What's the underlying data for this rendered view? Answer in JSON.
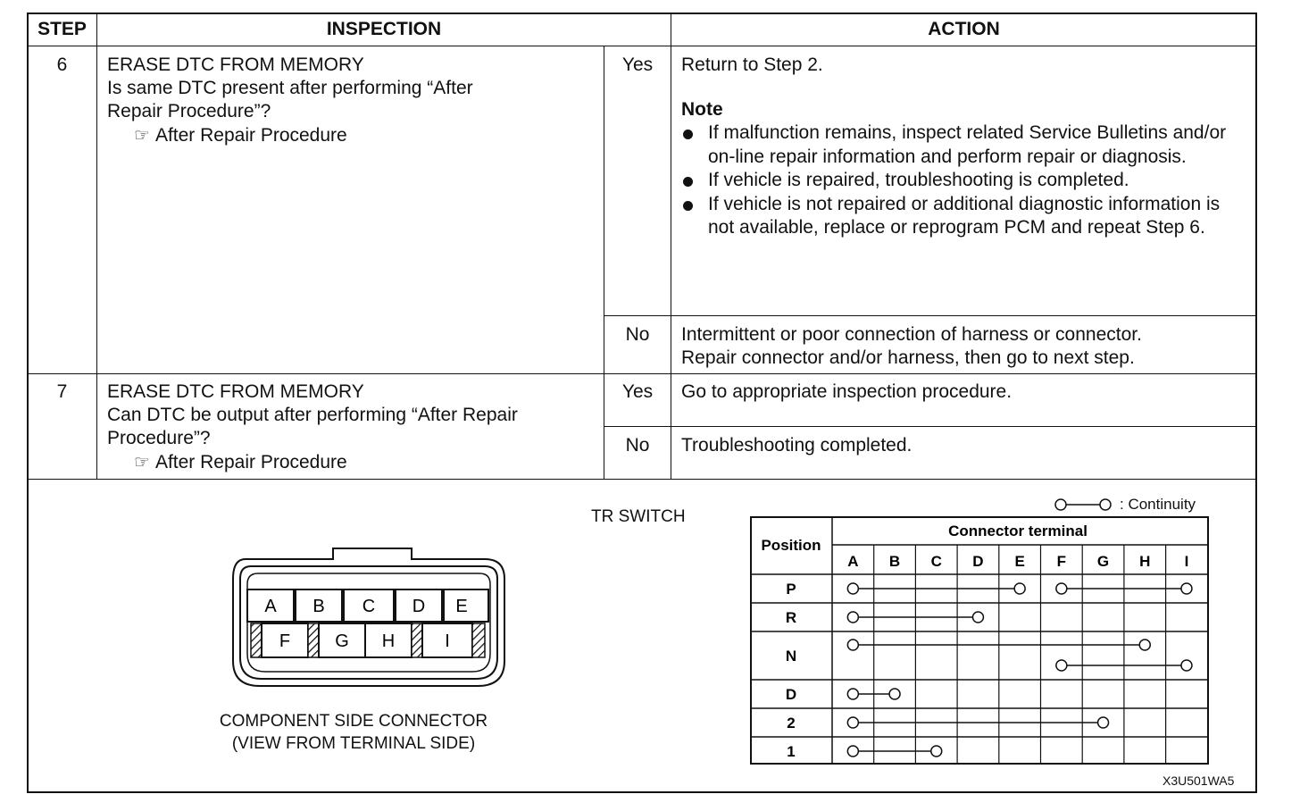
{
  "headers": {
    "step": "STEP",
    "inspection": "INSPECTION",
    "action": "ACTION"
  },
  "steps": [
    {
      "number": "6",
      "inspection_lines": [
        "ERASE DTC FROM MEMORY",
        "Is same DTC present after performing “After",
        "Repair Procedure”?"
      ],
      "reference": "After Repair Procedure",
      "yes_label": "Yes",
      "yes_action": "Return to Step 2.",
      "note_title": "Note",
      "note_items": [
        "If malfunction remains, inspect related Service Bulletins and/or on-line repair information and perform repair or diagnosis.",
        "If vehicle is repaired, troubleshooting is completed.",
        "If vehicle is not repaired or additional diagnostic information is not available, replace or reprogram PCM and repeat Step 6."
      ],
      "no_label": "No",
      "no_action_lines": [
        "Intermittent or poor connection of harness or connector.",
        "Repair connector and/or harness, then go to next step."
      ]
    },
    {
      "number": "7",
      "inspection_lines": [
        "ERASE DTC FROM MEMORY",
        "Can DTC be output after performing “After Repair",
        "Procedure”?"
      ],
      "reference": "After Repair Procedure",
      "yes_label": "Yes",
      "yes_action": "Go to appropriate inspection procedure.",
      "no_label": "No",
      "no_action": "Troubleshooting completed."
    }
  ],
  "figure": {
    "title": "TR SWITCH",
    "connector_pins_top": [
      "A",
      "B",
      "C",
      "D",
      "E"
    ],
    "connector_pins_bottom": [
      "F",
      "G",
      "H",
      "I"
    ],
    "connector_caption": [
      "COMPONENT SIDE CONNECTOR",
      "(VIEW FROM TERMINAL SIDE)"
    ],
    "legend": ": Continuity",
    "table_header_position": "Position",
    "table_header_terminal": "Connector terminal",
    "terminals": [
      "A",
      "B",
      "C",
      "D",
      "E",
      "F",
      "G",
      "H",
      "I"
    ],
    "positions": [
      "P",
      "R",
      "N",
      "D",
      "2",
      "1"
    ],
    "continuity": {
      "P": [
        [
          "A",
          "E"
        ],
        [
          "F",
          "I"
        ]
      ],
      "R": [
        [
          "A",
          "D"
        ]
      ],
      "N": [
        [
          "A",
          "H"
        ],
        [
          "F",
          "I"
        ]
      ],
      "D": [
        [
          "A",
          "B"
        ]
      ],
      "2": [
        [
          "A",
          "G"
        ]
      ],
      "1": [
        [
          "A",
          "C"
        ]
      ]
    },
    "figure_code": "X3U501WA5"
  }
}
